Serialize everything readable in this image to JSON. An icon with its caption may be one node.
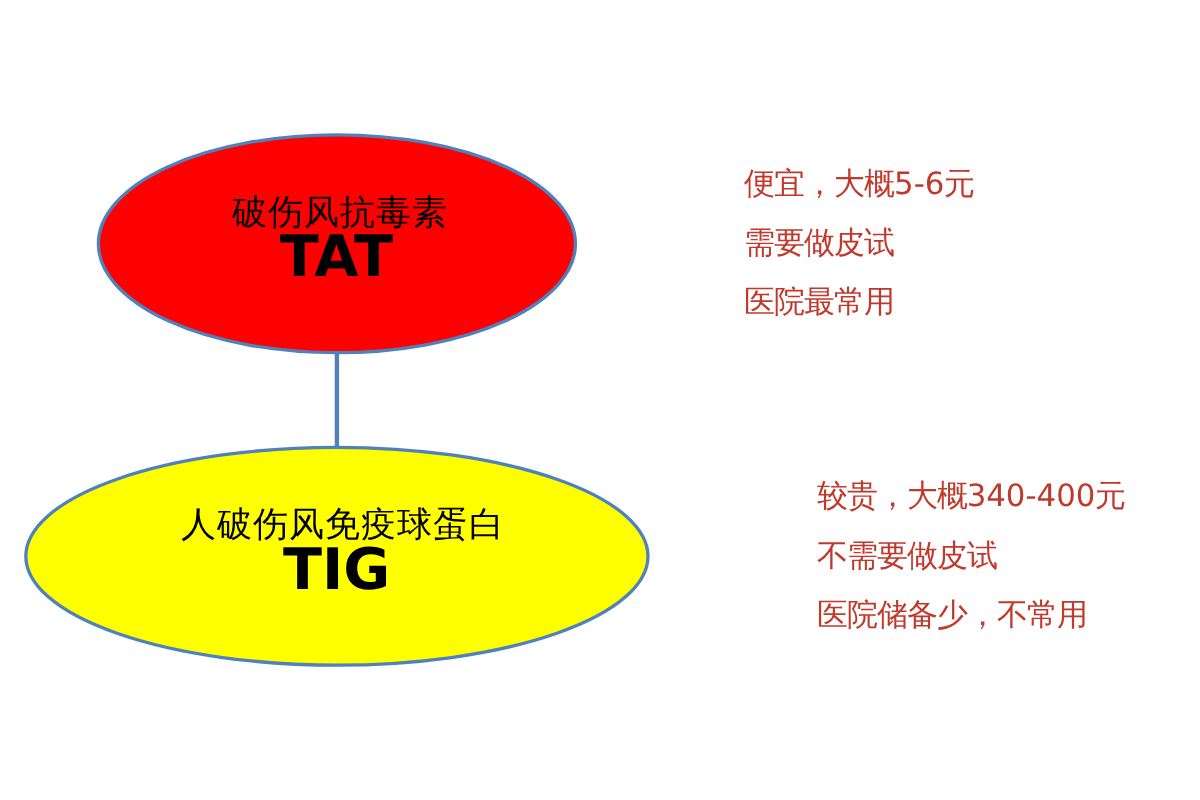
{
  "diagram": {
    "nodes": [
      {
        "text": [
          "破伤风抗毒素",
          "TAT"
        ],
        "beside": [
          "便宜，大概5-6元",
          "需要做皮试",
          "医院最常用"
        ]
      },
      {
        "text": [
          "人破伤风免疫球蛋白",
          "TIG"
        ],
        "beside": [
          "较贵，大概340-400元",
          "不需要做皮试",
          "医院储备少，不常用"
        ]
      }
    ],
    "edges": [
      {
        "from": 0,
        "to": 1,
        "arrow": "none"
      }
    ]
  }
}
